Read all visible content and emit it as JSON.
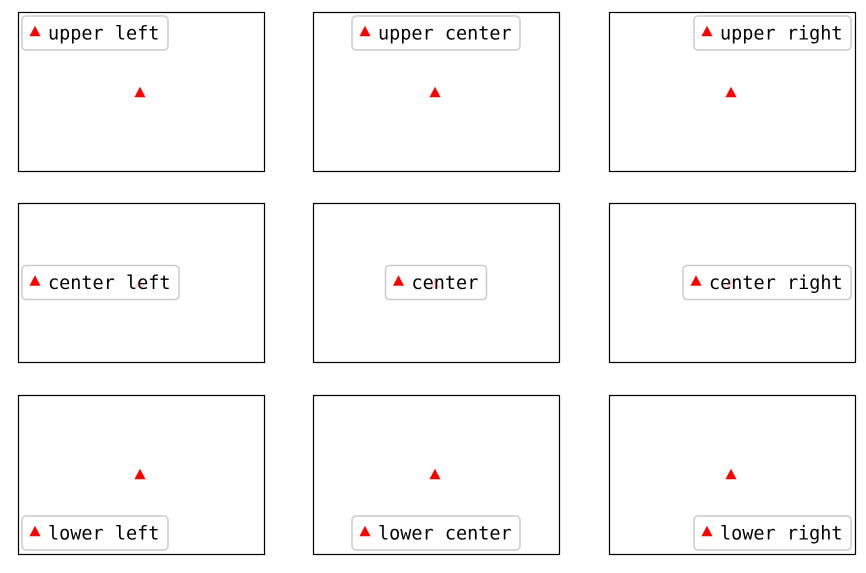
{
  "marker_color": "#ff0000",
  "legend_frame_color": "#cccccc",
  "grid": false,
  "chart_data": [
    {
      "type": "scatter",
      "legend_placement": "upper left",
      "x": [
        0
      ],
      "y": [
        0
      ],
      "legend": [
        "upper left"
      ],
      "marker": "triangle-up"
    },
    {
      "type": "scatter",
      "legend_placement": "upper center",
      "x": [
        0
      ],
      "y": [
        0
      ],
      "legend": [
        "upper center"
      ],
      "marker": "triangle-up"
    },
    {
      "type": "scatter",
      "legend_placement": "upper right",
      "x": [
        0
      ],
      "y": [
        0
      ],
      "legend": [
        "upper right"
      ],
      "marker": "triangle-up"
    },
    {
      "type": "scatter",
      "legend_placement": "center left",
      "x": [
        0
      ],
      "y": [
        0
      ],
      "legend": [
        "center left"
      ],
      "marker": "triangle-up"
    },
    {
      "type": "scatter",
      "legend_placement": "center",
      "x": [
        0
      ],
      "y": [
        0
      ],
      "legend": [
        "center"
      ],
      "marker": "triangle-up"
    },
    {
      "type": "scatter",
      "legend_placement": "center right",
      "x": [
        0
      ],
      "y": [
        0
      ],
      "legend": [
        "center right"
      ],
      "marker": "triangle-up"
    },
    {
      "type": "scatter",
      "legend_placement": "lower left",
      "x": [
        0
      ],
      "y": [
        0
      ],
      "legend": [
        "lower left"
      ],
      "marker": "triangle-up"
    },
    {
      "type": "scatter",
      "legend_placement": "lower center",
      "x": [
        0
      ],
      "y": [
        0
      ],
      "legend": [
        "lower center"
      ],
      "marker": "triangle-up"
    },
    {
      "type": "scatter",
      "legend_placement": "lower right",
      "x": [
        0
      ],
      "y": [
        0
      ],
      "legend": [
        "lower right"
      ],
      "marker": "triangle-up"
    }
  ]
}
